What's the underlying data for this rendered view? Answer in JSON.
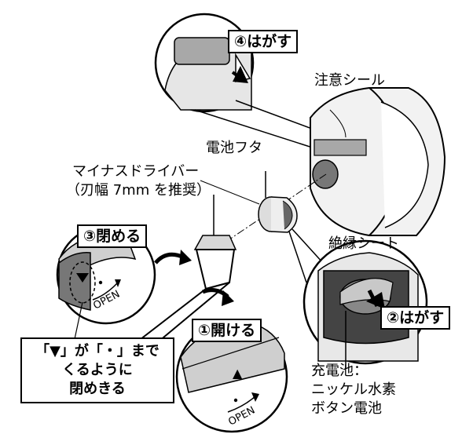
{
  "labels": {
    "step4": "④はがす",
    "caution_seal": "注意シール",
    "battery_cover": "電池フタ",
    "screwdriver_line1": "マイナスドライバー",
    "screwdriver_line2": "（刃幅 7mm を推奨）",
    "step3": "③閉める",
    "insulation_sheet": "絶縁シート",
    "step2": "②はがす",
    "step1": "①開ける",
    "close_note_line1": "「▼」が「・」まで",
    "close_note_line2": "くるように",
    "close_note_line3": "閉めきる",
    "battery_line1": "充電池：",
    "battery_line2": "ニッケル水素",
    "battery_line3": "ボタン電池",
    "open_mark": "OPEN",
    "arrow_mark": "▲"
  }
}
